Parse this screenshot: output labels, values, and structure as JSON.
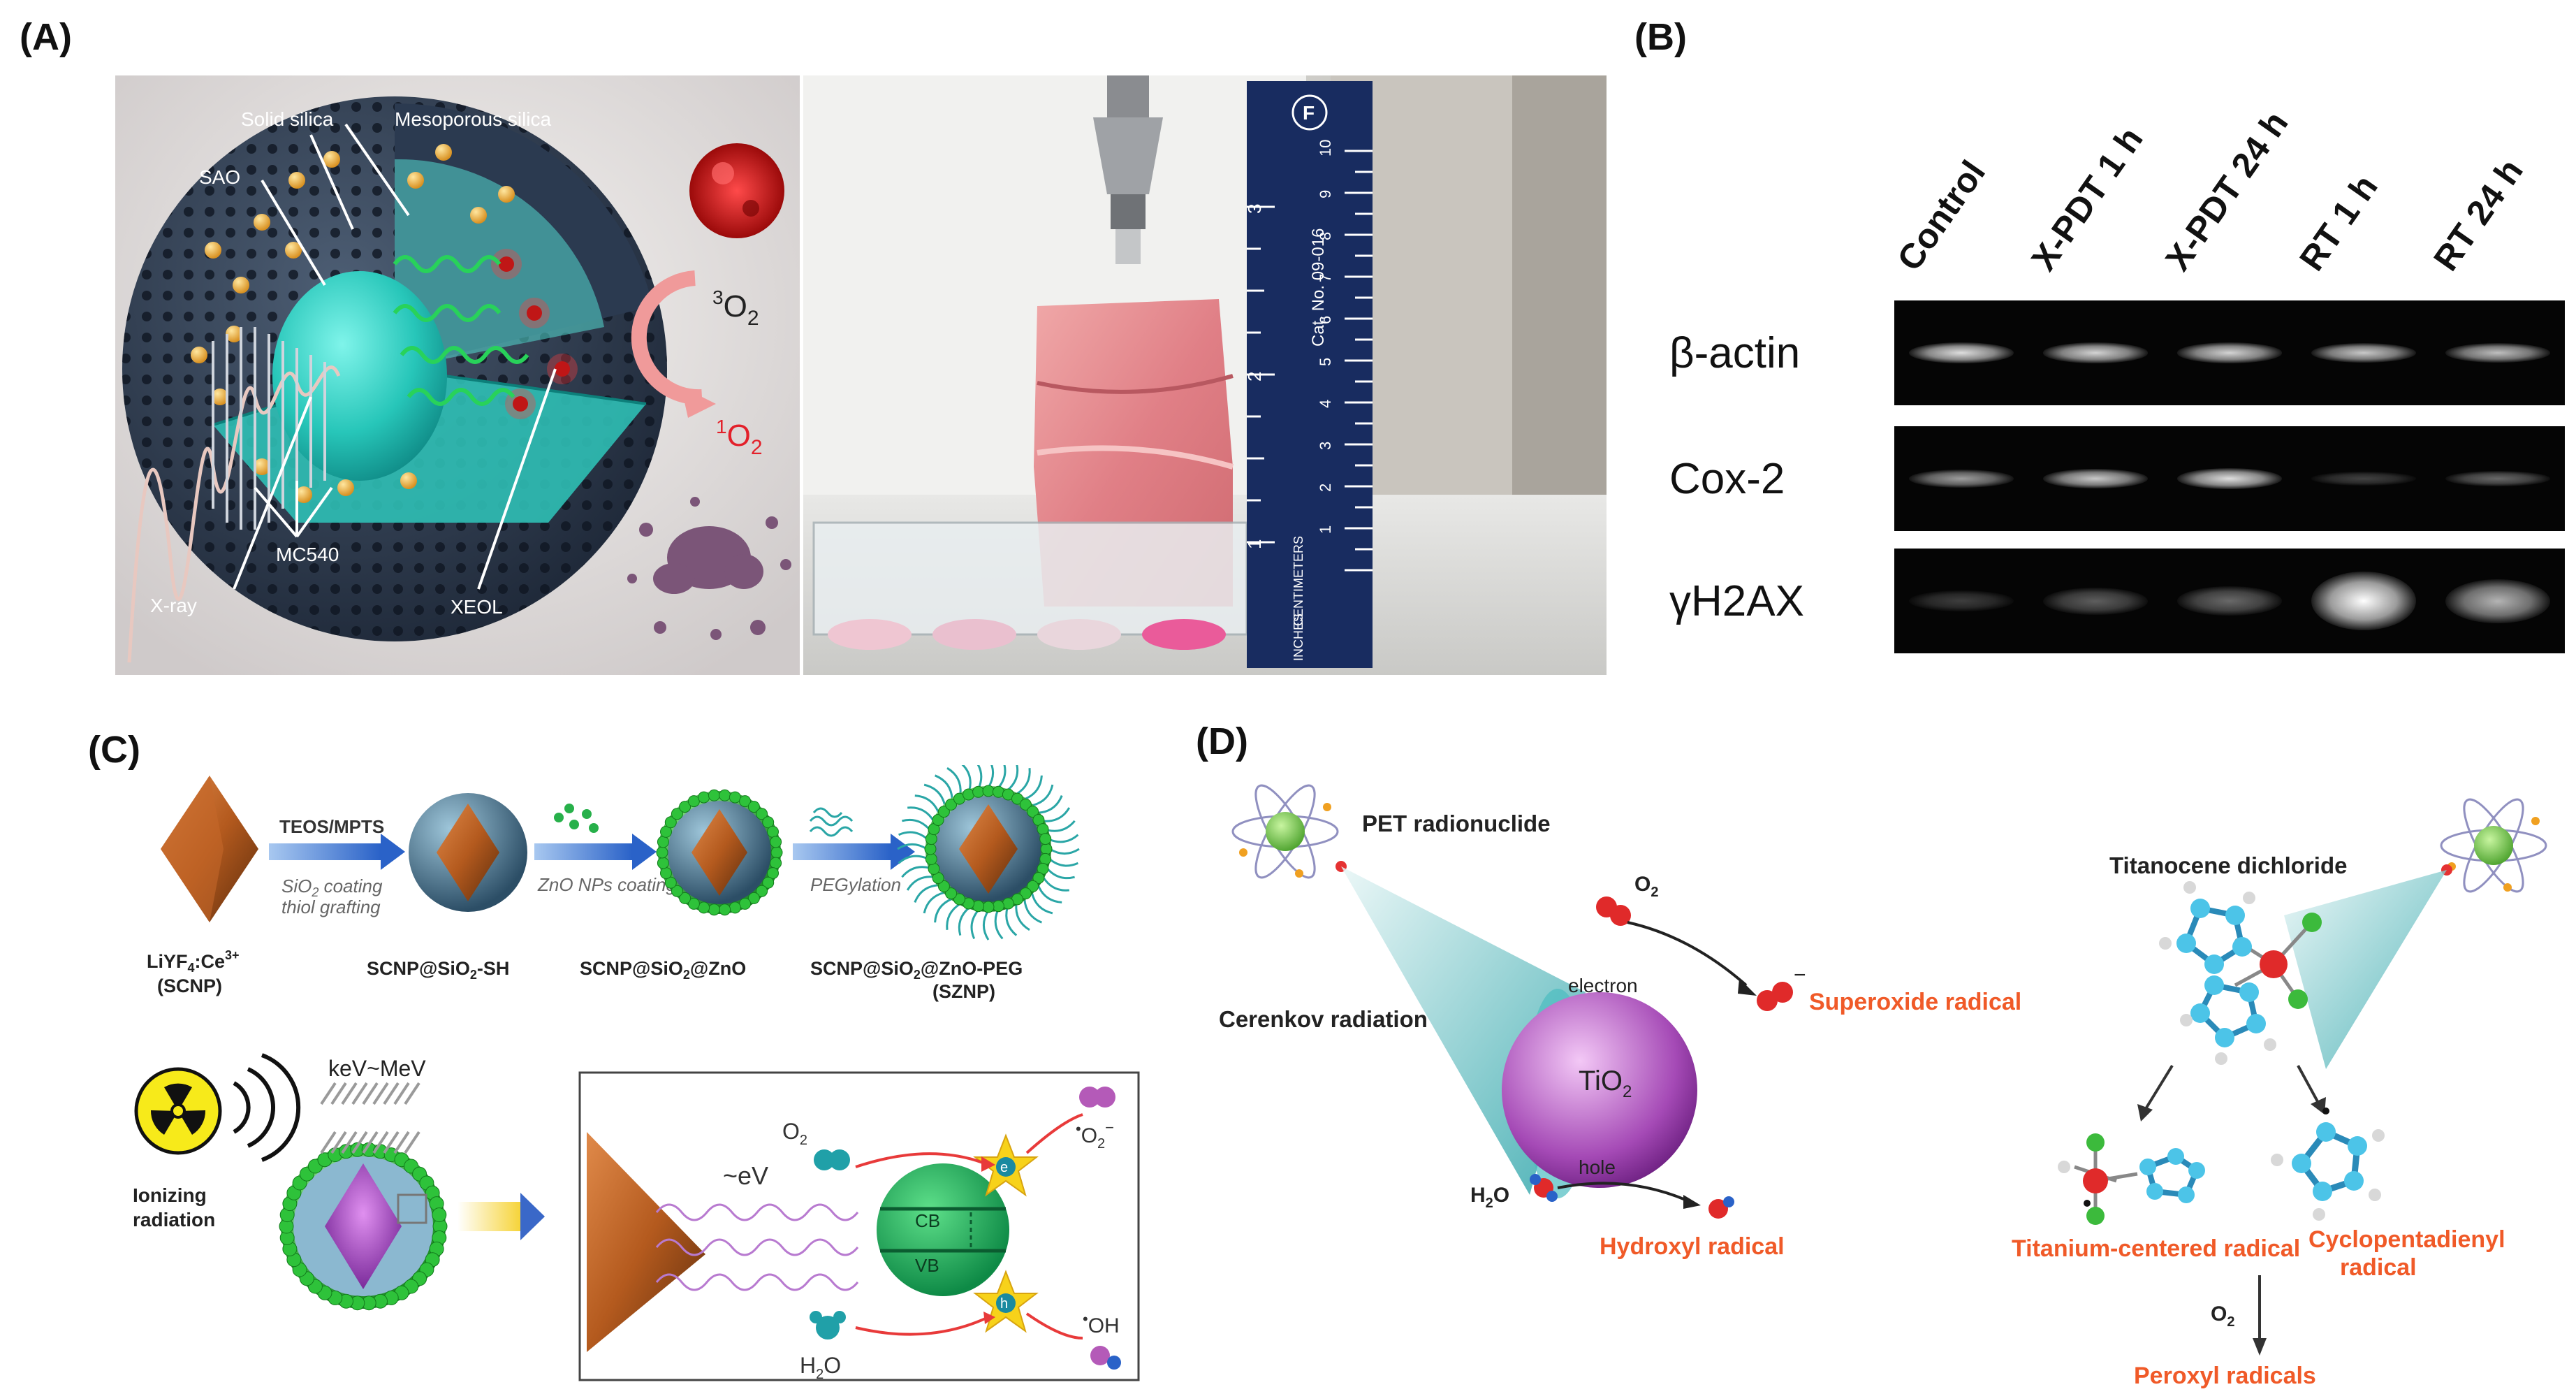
{
  "panels": {
    "a": {
      "letter": "(A)",
      "labels": {
        "solid_silica": "Solid silica",
        "mesoporous_silica": "Mesoporous silica",
        "sao": "SAO",
        "mc540": "MC540",
        "xray": "X-ray",
        "xeol": "XEOL",
        "triplet_oxygen_sup": "3",
        "triplet_oxygen": "O",
        "triplet_oxygen_sub": "2",
        "singlet_oxygen_sup": "1",
        "singlet_oxygen": "O",
        "singlet_oxygen_sub": "2"
      },
      "ruler": {
        "cat_no": "Cat. No. 09-016",
        "centimeters": "CENTIMETERS",
        "inches": "INCHES",
        "cm_ticks": [
          "1",
          "2",
          "3",
          "4",
          "5",
          "6",
          "7",
          "8",
          "9",
          "10"
        ],
        "inch_ticks": [
          "1",
          "2",
          "3"
        ]
      }
    },
    "b": {
      "letter": "(B)",
      "lanes": [
        "Control",
        "X-PDT 1 h",
        "X-PDT 24 h",
        "RT 1 h",
        "RT 24 h"
      ],
      "rows": [
        {
          "label": "β-actin",
          "intensity": [
            0.85,
            0.8,
            0.8,
            0.75,
            0.7
          ]
        },
        {
          "label": "Cox-2",
          "intensity": [
            0.55,
            0.75,
            0.85,
            0.12,
            0.3
          ]
        },
        {
          "label": "γH2AX",
          "intensity": [
            0.1,
            0.25,
            0.3,
            1.0,
            0.65
          ]
        }
      ]
    },
    "c": {
      "letter": "(C)",
      "steps": {
        "step1_top": "TEOS/MPTS",
        "step1_bottom1": "SiO",
        "step1_bottom1_sub": "2",
        "step1_bottom1_rest": " coating",
        "step1_bottom2": "thiol grafting",
        "step2": "ZnO NPs coating",
        "step3": "PEGylation"
      },
      "particles": {
        "p1_line1": "LiYF",
        "p1_sub": "4",
        "p1_rest": ":Ce",
        "p1_sup": "3+",
        "p1_line2": "(SCNP)",
        "p2_a": "SCNP@SiO",
        "p2_sub": "2",
        "p2_b": "-SH",
        "p3_a": "SCNP@SiO",
        "p3_sub": "2",
        "p3_b": "@ZnO",
        "p4_a": "SCNP@SiO",
        "p4_sub": "2",
        "p4_b": "@ZnO-PEG",
        "p4_line2": "(SZNP)"
      },
      "lower": {
        "ionizing_line1": "Ionizing",
        "ionizing_line2": "radiation",
        "kev": "keV~MeV",
        "ev": "~eV",
        "o2": "O",
        "o2_sub": "2",
        "h2o_a": "H",
        "h2o_sub": "2",
        "h2o_b": "O",
        "cb": "CB",
        "vb": "VB",
        "electron": "e",
        "hole": "h",
        "superoxide_dot": "•",
        "superoxide": "O",
        "superoxide_sub": "2",
        "superoxide_sup": "−",
        "hydroxyl_dot": "•",
        "hydroxyl": "OH"
      }
    },
    "d": {
      "letter": "(D)",
      "pet": "PET radionuclide",
      "cerenkov": "Cerenkov radiation",
      "o2": "O",
      "o2_sub": "2",
      "electron": "electron",
      "tio2": "TiO",
      "tio2_sub": "2",
      "hole": "hole",
      "superoxide_sup": "−",
      "superoxide": "Superoxide radical",
      "h2o_a": "H",
      "h2o_sub": "2",
      "h2o_b": "O",
      "hydroxyl": "Hydroxyl radical",
      "titanocene": "Titanocene dichloride",
      "ti_centered": "Titanium-centered radical",
      "cyclo_line1": "Cyclopentadienyl",
      "cyclo_line2": "radical",
      "o2_bottom": "O",
      "o2_bottom_sub": "2",
      "peroxyl": "Peroxyl radicals",
      "accent": "#f05a28"
    }
  }
}
